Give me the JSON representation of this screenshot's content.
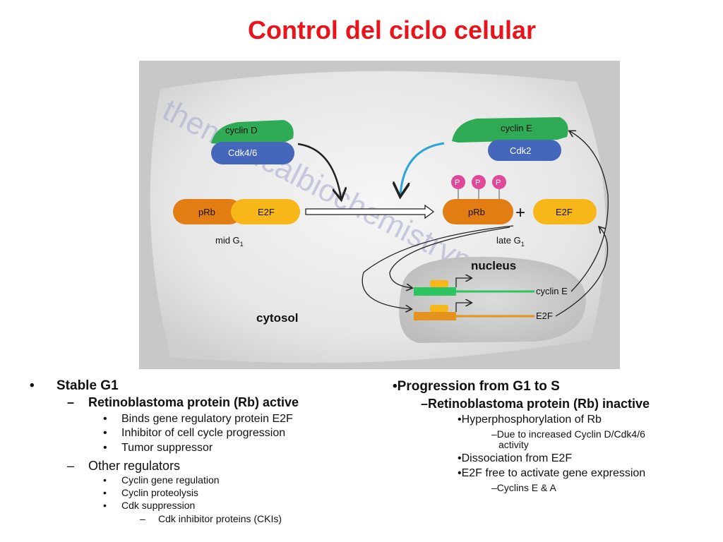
{
  "slide": {
    "title": "Control del ciclo celular"
  },
  "diagram": {
    "watermark": "themedicalbiochemistrypage.org",
    "cyclin_d": "cyclin D",
    "cdk46": "Cdk4/6",
    "cyclin_e": "cyclin E",
    "cdk2": "Cdk2",
    "prb": "pRb",
    "e2f": "E2F",
    "p": "P",
    "plus": "+",
    "mid_g1": "mid G",
    "late_g1": "late G",
    "sub1": "1",
    "nucleus": "nucleus",
    "cytosol": "cytosol",
    "gene_cyclin_e": "cyclin E",
    "gene_e2f": "E2F"
  },
  "left": {
    "marker1": "•",
    "marker2": "–",
    "marker3": "•",
    "marker4": "–",
    "h1": "Stable G1",
    "h2a": "Retinoblastoma protein (Rb) active",
    "a1": "Binds gene regulatory protein E2F",
    "a2": "Inhibitor of cell cycle progression",
    "a3": "Tumor suppressor",
    "h2b": "Other regulators",
    "b1": "Cyclin gene regulation",
    "b2": "Cyclin proteolysis",
    "b3": "Cdk suppression",
    "b4": "Cdk inhibitor proteins (CKIs)"
  },
  "right": {
    "h1": "•Progression from G1 to S",
    "h2": "–Retinoblastoma protein (Rb) inactive",
    "c1": "•Hyperphosphorylation of Rb",
    "c1a": "–Due to increased Cyclin D/Cdk4/6",
    "c1b": "activity",
    "c2": "•Dissociation from E2F",
    "c3": "•E2F free  to activate gene expression",
    "c3a": "–Cyclins E & A"
  }
}
